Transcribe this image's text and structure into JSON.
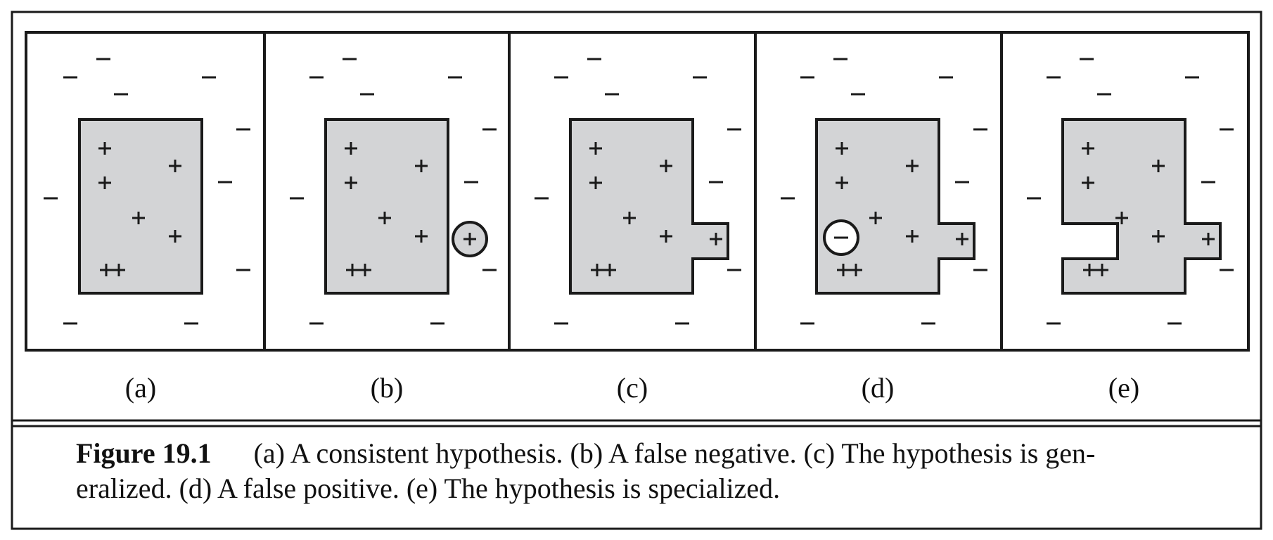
{
  "panels": [
    {
      "label": "(a)"
    },
    {
      "label": "(b)"
    },
    {
      "label": "(c)"
    },
    {
      "label": "(d)"
    },
    {
      "label": "(e)"
    }
  ],
  "symbols": {
    "positive": "+",
    "negative": "–",
    "double_positive": "++"
  },
  "caption": {
    "figure_label": "Figure 19.1",
    "line1": "(a) A consistent hypothesis. (b) A false negative. (c) The hypothesis is gen-",
    "line2": "eralized. (d) A false positive. (e) The hypothesis is specialized."
  },
  "colors": {
    "region_fill": "#d3d4d6",
    "stroke": "#1a1a1a",
    "background": "#ffffff"
  }
}
